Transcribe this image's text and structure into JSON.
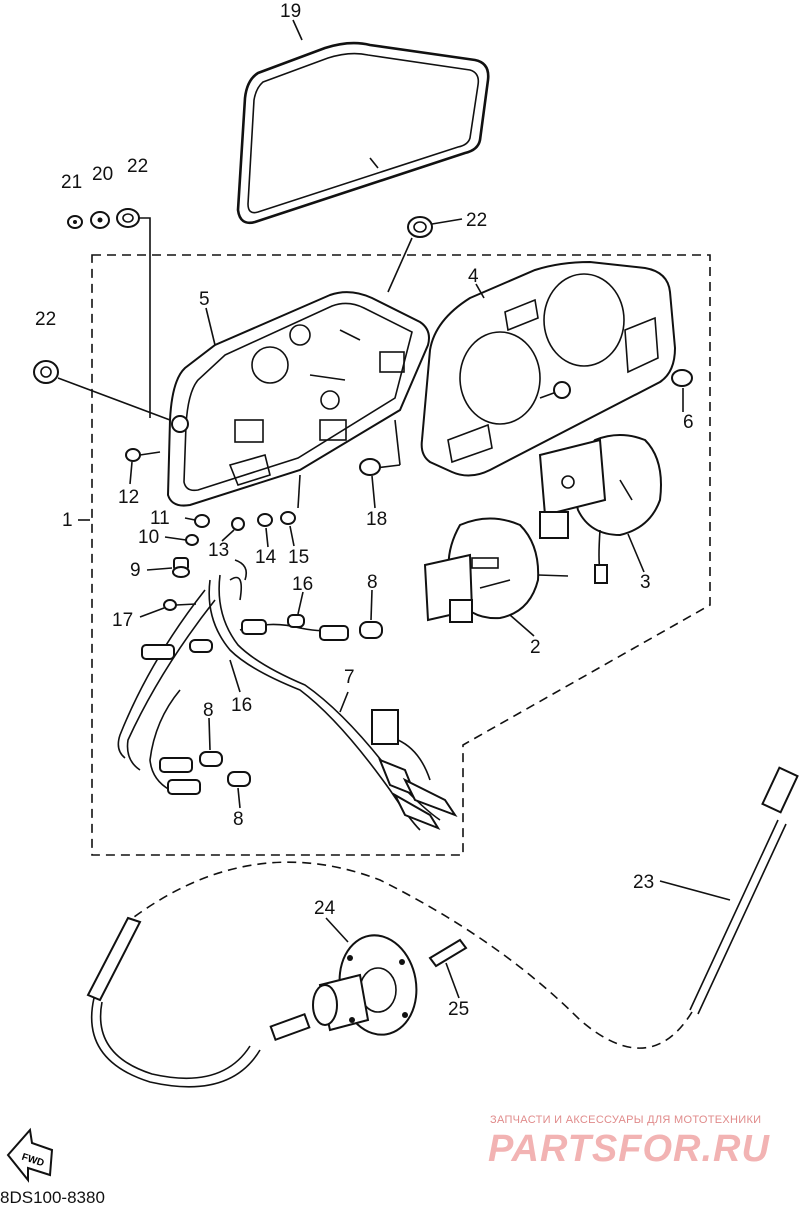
{
  "diagram_code": "8DS100-8380",
  "watermark": {
    "top_text": "ЗАПЧАСТИ И АКСЕССУАРЫ ДЛЯ МОТОТЕХНИКИ",
    "brand": "PARTSFOR.RU"
  },
  "fwd_label": "FWD",
  "callouts": {
    "c19": "19",
    "c21": "21",
    "c20": "20",
    "c22a": "22",
    "c22b": "22",
    "c22c": "22",
    "c4": "4",
    "c5": "5",
    "c6": "6",
    "c12": "12",
    "c18": "18",
    "c1": "1",
    "c11": "11",
    "c10": "10",
    "c13": "13",
    "c14": "14",
    "c15": "15",
    "c3": "3",
    "c9": "9",
    "c16a": "16",
    "c8a": "8",
    "c17": "17",
    "c2": "2",
    "c16b": "16",
    "c7": "7",
    "c8b": "8",
    "c8c": "8",
    "c23": "23",
    "c24": "24",
    "c25": "25"
  }
}
